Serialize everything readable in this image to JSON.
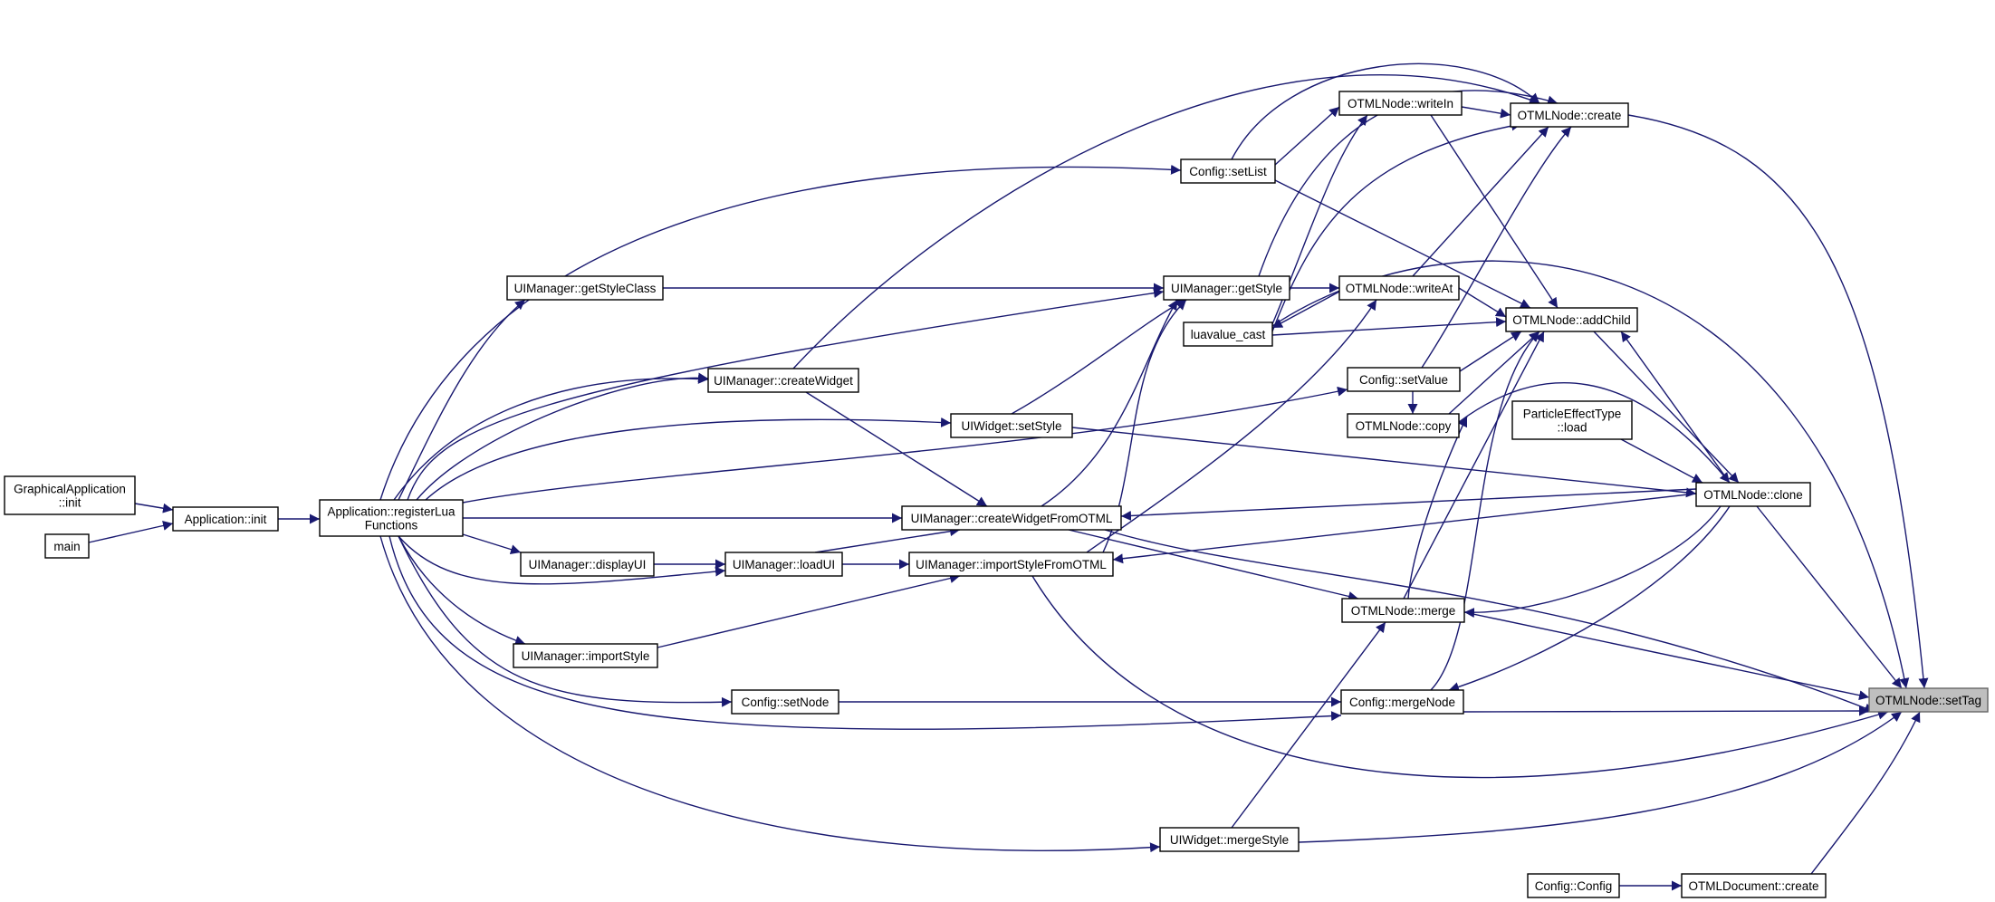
{
  "diagram": {
    "type": "call-graph",
    "edge_color": "#191970",
    "highlight_fill": "#bfbfbf",
    "nodes": [
      {
        "id": "settag",
        "lines": [
          "OTMLNode::setTag"
        ],
        "highlight": true
      },
      {
        "id": "create",
        "lines": [
          "OTMLNode::create"
        ]
      },
      {
        "id": "writeln",
        "lines": [
          "OTMLNode::writeIn"
        ]
      },
      {
        "id": "setlist",
        "lines": [
          "Config::setList"
        ]
      },
      {
        "id": "getstyle",
        "lines": [
          "UIManager::getStyle"
        ]
      },
      {
        "id": "writeat",
        "lines": [
          "OTMLNode::writeAt"
        ]
      },
      {
        "id": "addchild",
        "lines": [
          "OTMLNode::addChild"
        ]
      },
      {
        "id": "luacast",
        "lines": [
          "luavalue_cast"
        ]
      },
      {
        "id": "setvalue",
        "lines": [
          "Config::setValue"
        ]
      },
      {
        "id": "copy",
        "lines": [
          "OTMLNode::copy"
        ]
      },
      {
        "id": "particle",
        "lines": [
          "ParticleEffectType",
          "::load"
        ]
      },
      {
        "id": "clone",
        "lines": [
          "OTMLNode::clone"
        ]
      },
      {
        "id": "getstyleclass",
        "lines": [
          "UIManager::getStyleClass"
        ]
      },
      {
        "id": "createwidget",
        "lines": [
          "UIManager::createWidget"
        ]
      },
      {
        "id": "uiwsetstyle",
        "lines": [
          "UIWidget::setStyle"
        ]
      },
      {
        "id": "cwfromotml",
        "lines": [
          "UIManager::createWidgetFromOTML"
        ]
      },
      {
        "id": "isfromotml",
        "lines": [
          "UIManager::importStyleFromOTML"
        ]
      },
      {
        "id": "loadui",
        "lines": [
          "UIManager::loadUI"
        ]
      },
      {
        "id": "displayui",
        "lines": [
          "UIManager::displayUI"
        ]
      },
      {
        "id": "importstyle",
        "lines": [
          "UIManager::importStyle"
        ]
      },
      {
        "id": "merge",
        "lines": [
          "OTMLNode::merge"
        ]
      },
      {
        "id": "setnode",
        "lines": [
          "Config::setNode"
        ]
      },
      {
        "id": "mergenode",
        "lines": [
          "Config::mergeNode"
        ]
      },
      {
        "id": "mergestyle",
        "lines": [
          "UIWidget::mergeStyle"
        ]
      },
      {
        "id": "configconfig",
        "lines": [
          "Config::Config"
        ]
      },
      {
        "id": "doccreate",
        "lines": [
          "OTMLDocument::create"
        ]
      },
      {
        "id": "registerlua",
        "lines": [
          "Application::registerLua",
          "Functions"
        ]
      },
      {
        "id": "appinit",
        "lines": [
          "Application::init"
        ]
      },
      {
        "id": "gfxinit",
        "lines": [
          "GraphicalApplication",
          "::init"
        ]
      },
      {
        "id": "main",
        "lines": [
          "main"
        ]
      }
    ]
  }
}
